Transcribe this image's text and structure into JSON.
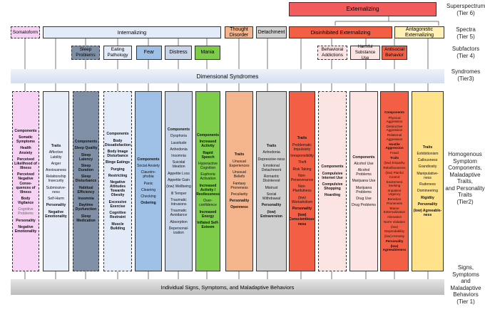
{
  "colors": {
    "externalizing": "#f25c5c",
    "internalizing": "#e4ebf8",
    "somatoform": "#f7d2f4",
    "thought_disorder": "#f4b48c",
    "detachment": "#cfcfcf",
    "disinhibited": "#f35f45",
    "antagonistic": "#fff0b5",
    "syndromes_bar": "#dde6f4",
    "signs_bar": "#d0d0d0"
  },
  "superspectrum": {
    "label": "Externalizing"
  },
  "spectra": {
    "somatoform": "Somatoform",
    "internalizing": "Internalizing",
    "thought_disorder": "Thought Disorder",
    "detachment": "Detachment",
    "disinhibited": "Disinhibited Externalizing",
    "antagonistic": "Antagonistic Externalizing"
  },
  "subfactors": {
    "sleep": "Sleep Problems",
    "eating": "Eating Pathology",
    "fear": "Fear",
    "distress": "Distress",
    "mania": "Mania",
    "behavioral": "Behavioral Addictions",
    "harmful": "Harmful Substance Use",
    "antisocial": "Antisocial Behavior"
  },
  "syndromes": {
    "label": "Dimensional Syndromes"
  },
  "signs": {
    "label": "Individual Signs, Symptoms, and Maladaptive Behaviors"
  },
  "tiers": {
    "t6": "Superspectrum\n(Tier 6)",
    "t5": "Spectra\n(Tier 5)",
    "t4": "Subfactors\n(Tier 4)",
    "t3": "Syndromes\n(Tier3)",
    "t2": "Homogenous\nSymptom\nComponents,\nMaladaptive\nTraits,\nand Personality\nTraits\n(Tier2)",
    "t1": "Signs,\nSymptoms\nand\nMaladaptive\nBehaviors\n(Tier 1)"
  },
  "columns": [
    {
      "items": [
        {
          "t": "Components",
          "b": true
        },
        {
          "t": "Somatic Symptoms",
          "b": true
        },
        {
          "t": "Health Anxiety",
          "b": true
        },
        {
          "t": "Perceived Likelihood of Illness",
          "b": true
        },
        {
          "t": "Perceived Negative Conse-quences of Illness",
          "b": true
        },
        {
          "t": "Body Vigilance",
          "b": true
        },
        {
          "t": "Cognitive Problems",
          "g": true
        },
        {
          "t": "Personality",
          "b": true
        },
        {
          "t": "Negative Emotionality",
          "b": true
        }
      ]
    },
    {
      "items": [
        {
          "t": "Traits",
          "b": true
        },
        {
          "t": "Affective Lability"
        },
        {
          "t": "Anger"
        },
        {
          "t": "Anxiousness"
        },
        {
          "t": "Relationship Insecurity"
        },
        {
          "t": "Submissive-ness"
        },
        {
          "t": "Self-Harm"
        },
        {
          "t": "Personality",
          "b": true
        },
        {
          "t": "Negative Emotionality",
          "b": true
        }
      ]
    },
    {
      "items": [
        {
          "t": "Components",
          "b": true
        },
        {
          "t": "Sleep Quality",
          "b": true
        },
        {
          "t": "Sleep Latency",
          "b": true
        },
        {
          "t": "Sleep Duration",
          "b": true
        },
        {
          "t": "Sleep Disturbance",
          "b": true
        },
        {
          "t": "Habitual Efficiency",
          "b": true
        },
        {
          "t": "Insomnia",
          "b": true
        },
        {
          "t": "Daytime Dysfunction",
          "b": true
        },
        {
          "t": "Sleep Medication",
          "b": true
        }
      ]
    },
    {
      "items": [
        {
          "t": "Components",
          "b": true
        },
        {
          "t": "Body Dissatisfaction",
          "b": true
        },
        {
          "t": "Body Image Disturbance",
          "b": true
        },
        {
          "t": "Binge Eatings",
          "b": true
        },
        {
          "t": "Purging",
          "b": true
        },
        {
          "t": "Restricting",
          "b": true
        },
        {
          "t": "Negative Attitudes Towards Obesity",
          "b": true
        },
        {
          "t": "Excessive Exercise",
          "b": true
        },
        {
          "t": "Cognitive Restraint",
          "b": true
        },
        {
          "t": "Muscle Building",
          "b": true
        }
      ]
    },
    {
      "items": [
        {
          "t": "Components",
          "b": true
        },
        {
          "t": "Social Anxiety"
        },
        {
          "t": "Claustro-phobia"
        },
        {
          "t": "Panic"
        },
        {
          "t": "Cleaning"
        },
        {
          "t": "Checking"
        },
        {
          "t": "Ordering",
          "b": true
        }
      ]
    },
    {
      "items": [
        {
          "t": "Components",
          "b": true
        },
        {
          "t": "Dysphoria"
        },
        {
          "t": "Lassitude"
        },
        {
          "t": "Anhedonia"
        },
        {
          "t": "Insomnia"
        },
        {
          "t": "Suicidal Ideation"
        },
        {
          "t": "Appetite Loss"
        },
        {
          "t": "Appetite Gain"
        },
        {
          "t": "(low) Wellbeing"
        },
        {
          "t": "Ill Temper"
        },
        {
          "t": "Traumatic Intrusions"
        },
        {
          "t": "Traumatic Avoidance"
        },
        {
          "t": "Absorption"
        },
        {
          "t": "Depersonal-ization"
        }
      ]
    },
    {
      "items": [
        {
          "t": "Components",
          "b": true
        },
        {
          "t": "Increased Activity",
          "b": true
        },
        {
          "t": "Rapid Speech",
          "b": true
        },
        {
          "t": "Hyperactive Cognition"
        },
        {
          "t": "Euphoria Activation"
        },
        {
          "t": "Increased Activity / Restlessness",
          "b": true
        },
        {
          "t": "Over-confidence"
        },
        {
          "t": "Increased Energy",
          "b": true
        },
        {
          "t": "Inflated Self-Esteem",
          "b": true
        }
      ]
    },
    {
      "items": [
        {
          "t": "Traits",
          "b": true
        },
        {
          "t": "Unusual Experiences"
        },
        {
          "t": "Unusual Beliefs"
        },
        {
          "t": "Fantasy Proneness"
        },
        {
          "t": "Peculiarity"
        },
        {
          "t": "Personality",
          "b": true
        },
        {
          "t": "Openness",
          "b": true
        }
      ]
    },
    {
      "items": [
        {
          "t": "Traits",
          "b": true
        },
        {
          "t": "Anhedonia"
        },
        {
          "t": "Depressive-ness"
        },
        {
          "t": "Emotional Detachment"
        },
        {
          "t": "Romantic Disinterest"
        },
        {
          "t": "Mistrust"
        },
        {
          "t": "Social Withdrawal"
        },
        {
          "t": "Personality",
          "b": true
        },
        {
          "t": "(low) Extraversion",
          "b": true
        }
      ]
    },
    {
      "items": [
        {
          "t": "Traits",
          "b": true
        },
        {
          "t": "Problematic Impulsivity"
        },
        {
          "t": "Irresponsibility"
        },
        {
          "t": "Theft"
        },
        {
          "t": "Risk Taking"
        },
        {
          "t": "Non-Perseverance"
        },
        {
          "t": "Non-Planfulness"
        },
        {
          "t": "(low) Workaholism"
        },
        {
          "t": "Personality",
          "b": true
        },
        {
          "t": "(low) Conscientious-ness",
          "b": true
        }
      ]
    },
    {
      "items": [
        {
          "t": "Components",
          "b": true
        },
        {
          "t": "Compulsive Internet Use",
          "b": true
        },
        {
          "t": "Compulsive Shopping",
          "b": true
        },
        {
          "t": "Hoarding",
          "b": true
        }
      ]
    },
    {
      "items": [
        {
          "t": "Components",
          "b": true
        },
        {
          "t": "Alcohol Use"
        },
        {
          "t": "Alcohol Problems"
        },
        {
          "t": "Marijuana Use"
        },
        {
          "t": "Marijuana Problems"
        },
        {
          "t": "Drug Use"
        },
        {
          "t": "Drug Problems"
        }
      ]
    },
    {
      "items": [
        {
          "t": "Components",
          "b": true
        },
        {
          "t": "Physical Aggression"
        },
        {
          "t": "Destructive Aggression"
        },
        {
          "t": "Relational Aggression"
        },
        {
          "t": "Hostile Aggression",
          "b": true
        },
        {
          "t": "Fraud"
        },
        {
          "t": "Traits",
          "b": true
        },
        {
          "t": "(low) Empathy"
        },
        {
          "t": "Rebelliousness"
        },
        {
          "t": "(low) Planful Control"
        },
        {
          "t": "Excitement Seeking"
        },
        {
          "t": "Impatient Urgency"
        },
        {
          "t": "Boredom Proneness"
        },
        {
          "t": "Blame Externalization"
        },
        {
          "t": "Alienation"
        },
        {
          "t": "Norm Violation"
        },
        {
          "t": "(low) Dependability"
        },
        {
          "t": "(low) Honesty"
        },
        {
          "t": "Personality",
          "b": true
        },
        {
          "t": "(low) Agreeableness",
          "b": true
        }
      ]
    },
    {
      "items": [
        {
          "t": "Traits",
          "b": true
        },
        {
          "t": "Exhibitionism"
        },
        {
          "t": "Callousness"
        },
        {
          "t": "Grandiosity"
        },
        {
          "t": "Manipulative-ness"
        },
        {
          "t": "Rudeness"
        },
        {
          "t": "Domineering"
        },
        {
          "t": "Rigidity",
          "b": true
        },
        {
          "t": "Personality",
          "b": true
        },
        {
          "t": "(low) Agreeable-ness",
          "b": true
        }
      ]
    }
  ]
}
